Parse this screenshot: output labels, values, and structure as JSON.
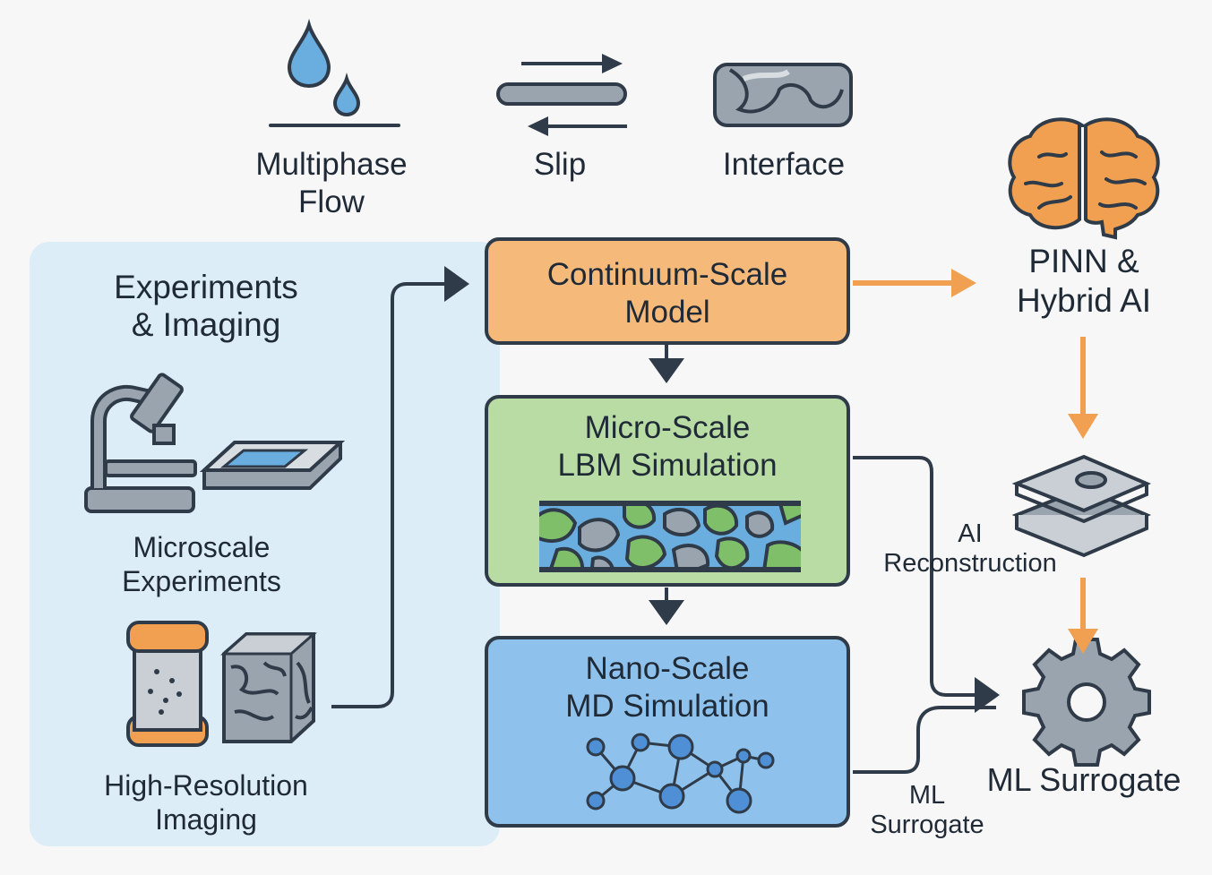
{
  "top_icons": {
    "multiphase": [
      "Multiphase",
      "Flow"
    ],
    "slip": "Slip",
    "interface": "Interface"
  },
  "experiments_panel": {
    "title": [
      "Experiments",
      "& Imaging"
    ],
    "microscale": [
      "Microscale",
      "Experiments"
    ],
    "imaging": [
      "High-Resolution",
      "Imaging"
    ]
  },
  "boxes": {
    "continuum": [
      "Continuum-Scale",
      "Model"
    ],
    "micro": [
      "Micro-Scale",
      "LBM Simulation"
    ],
    "nano": [
      "Nano-Scale",
      "MD Simulation"
    ]
  },
  "right_column": {
    "pinn": [
      "PINN &",
      "Hybrid AI"
    ],
    "ml_surrogate": "ML Surrogate"
  },
  "edge_labels": {
    "ai_reconstruction": [
      "AI",
      "Reconstruction"
    ],
    "ml_surrogate": [
      "ML",
      "Surrogate"
    ]
  },
  "colors": {
    "background": "#f7f7f7",
    "panel": "#dcedf7",
    "continuum_fill": "#f5b97a",
    "micro_fill": "#b8dca4",
    "nano_fill": "#8ec2ec",
    "accent_orange": "#f0a050",
    "outline": "#2f3b48",
    "water_blue": "#6aaee0"
  }
}
